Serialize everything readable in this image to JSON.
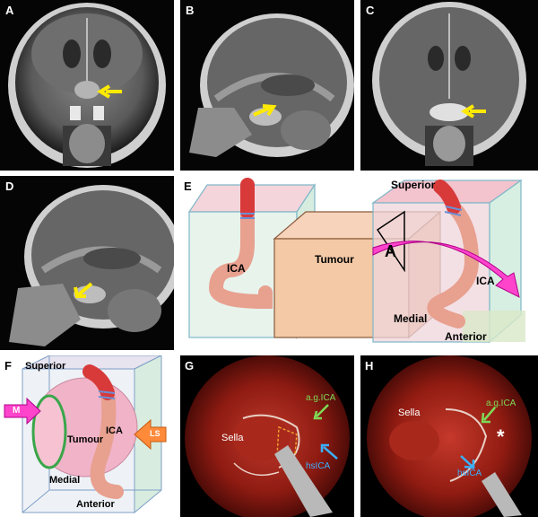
{
  "panels": {
    "a": {
      "label": "A"
    },
    "b": {
      "label": "B"
    },
    "c": {
      "label": "C"
    },
    "d": {
      "label": "D"
    },
    "e": {
      "label": "E",
      "superior": "Superior",
      "tumour": "Tumour",
      "ica_left": "ICA",
      "ica_right": "ICA",
      "medial": "Medial",
      "anterior": "Anterior",
      "arrow": "A"
    },
    "f": {
      "label": "F",
      "superior": "Superior",
      "tumour": "Tumour",
      "ica": "ICA",
      "medial": "Medial",
      "anterior": "Anterior",
      "m_tag": "M",
      "ls_tag": "LS"
    },
    "g": {
      "label": "G",
      "sella": "Sella",
      "agica": "a.g.ICA",
      "hsica": "hsICA"
    },
    "h": {
      "label": "H",
      "sella": "Sella",
      "agica": "a.g.ICA",
      "hsica": "hsICA",
      "star": "*"
    }
  },
  "colors": {
    "arrow_yellow": "#ffea00",
    "arrow_pink": "#ff44cc",
    "ica_red": "#d83a3a",
    "label_green": "#7ed957",
    "label_blue": "#3ab0ff"
  }
}
